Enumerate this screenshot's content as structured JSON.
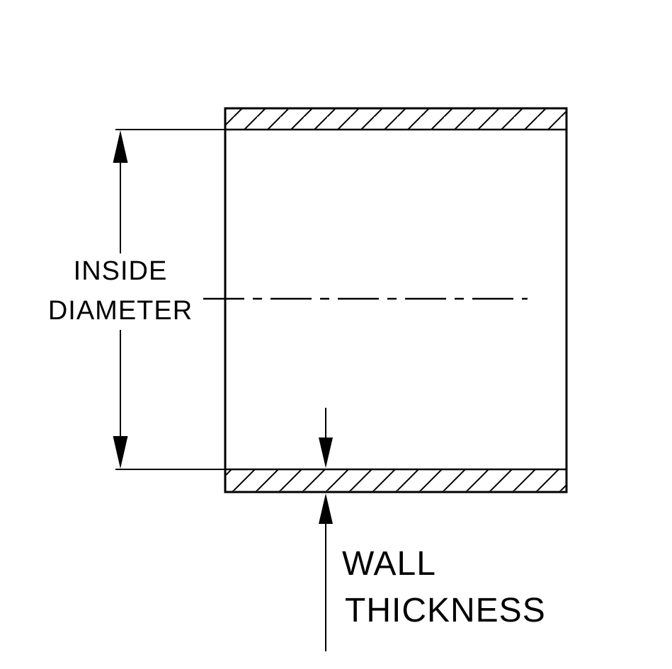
{
  "diagram": {
    "type": "technical-drawing",
    "subject": "hose-coupler-cross-section",
    "colors": {
      "line": "#000000",
      "background": "#ffffff"
    },
    "labels": {
      "inside_diameter_line1": "INSIDE",
      "inside_diameter_line2": "DIAMETER",
      "wall_thickness_line1": "WALL",
      "wall_thickness_line2": "THICKNESS"
    }
  }
}
